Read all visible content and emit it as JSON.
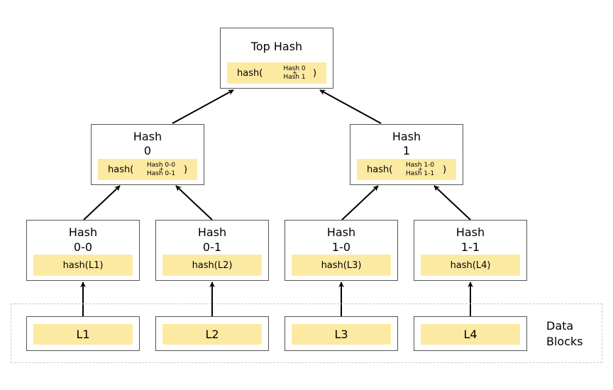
{
  "top": {
    "title": "Top Hash",
    "prefix": "hash(",
    "arg1": "Hash 0",
    "plus": "+",
    "arg2": "Hash 1",
    "suffix": ")"
  },
  "hash0": {
    "line1": "Hash",
    "line2": "0",
    "prefix": "hash(",
    "arg1": "Hash 0-0",
    "plus": "+",
    "arg2": "Hash 0-1",
    "suffix": ")"
  },
  "hash1": {
    "line1": "Hash",
    "line2": "1",
    "prefix": "hash(",
    "arg1": "Hash 1-0",
    "plus": "+",
    "arg2": "Hash 1-1",
    "suffix": ")"
  },
  "leaves": [
    {
      "line1": "Hash",
      "line2": "0-0",
      "formula": "hash(L1)"
    },
    {
      "line1": "Hash",
      "line2": "0-1",
      "formula": "hash(L2)"
    },
    {
      "line1": "Hash",
      "line2": "1-0",
      "formula": "hash(L3)"
    },
    {
      "line1": "Hash",
      "line2": "1-1",
      "formula": "hash(L4)"
    }
  ],
  "blocks": [
    "L1",
    "L2",
    "L3",
    "L4"
  ],
  "data_blocks_label": {
    "line1": "Data",
    "line2": "Blocks"
  },
  "colors": {
    "box_fill": "#fdeaa2",
    "border": "#555555",
    "dashed_frame": "#c8c8c8"
  }
}
